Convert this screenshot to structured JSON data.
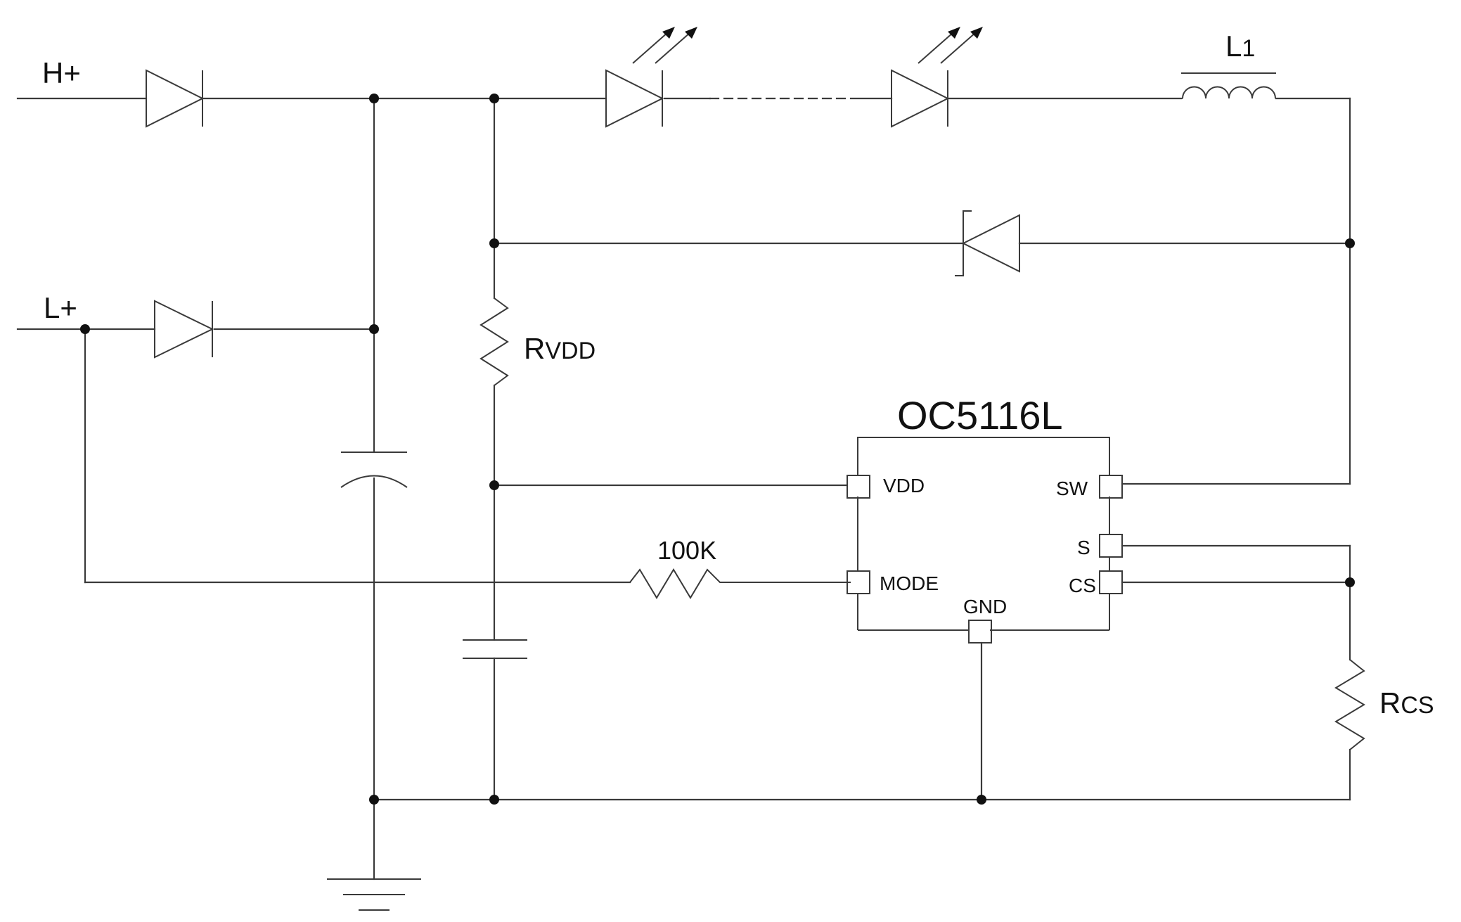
{
  "labels": {
    "h_plus": "H+",
    "l_plus": "L+",
    "l1_main": "L",
    "l1_sub": "1",
    "rvdd_main": "R",
    "rvdd_sub": "VDD",
    "rcs_main": "R",
    "rcs_sub": "CS",
    "r_mode": "100K",
    "ic_name": "OC5116L"
  },
  "pins": {
    "vdd": "VDD",
    "mode": "MODE",
    "gnd": "GND",
    "sw": "SW",
    "s": "S",
    "cs": "CS"
  }
}
